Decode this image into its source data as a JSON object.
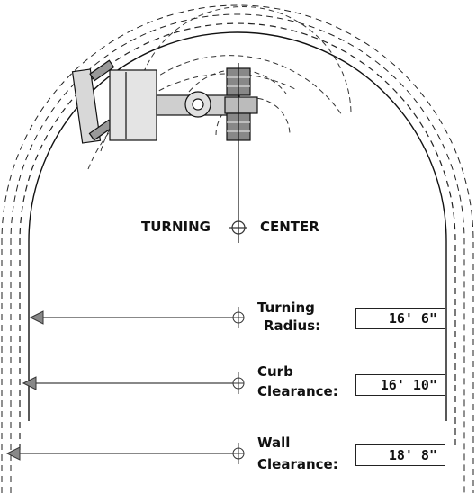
{
  "turning_center": {
    "left_word": "TURNING",
    "right_word": "CENTER"
  },
  "measurements": [
    {
      "label_line1": "Turning",
      "label_line2": "Radius:",
      "value": "16' 6\""
    },
    {
      "label_line1": "Curb",
      "label_line2": "Clearance:",
      "value": "16' 10\""
    },
    {
      "label_line1": "Wall",
      "label_line2": "Clearance:",
      "value": "18' 8\""
    }
  ]
}
